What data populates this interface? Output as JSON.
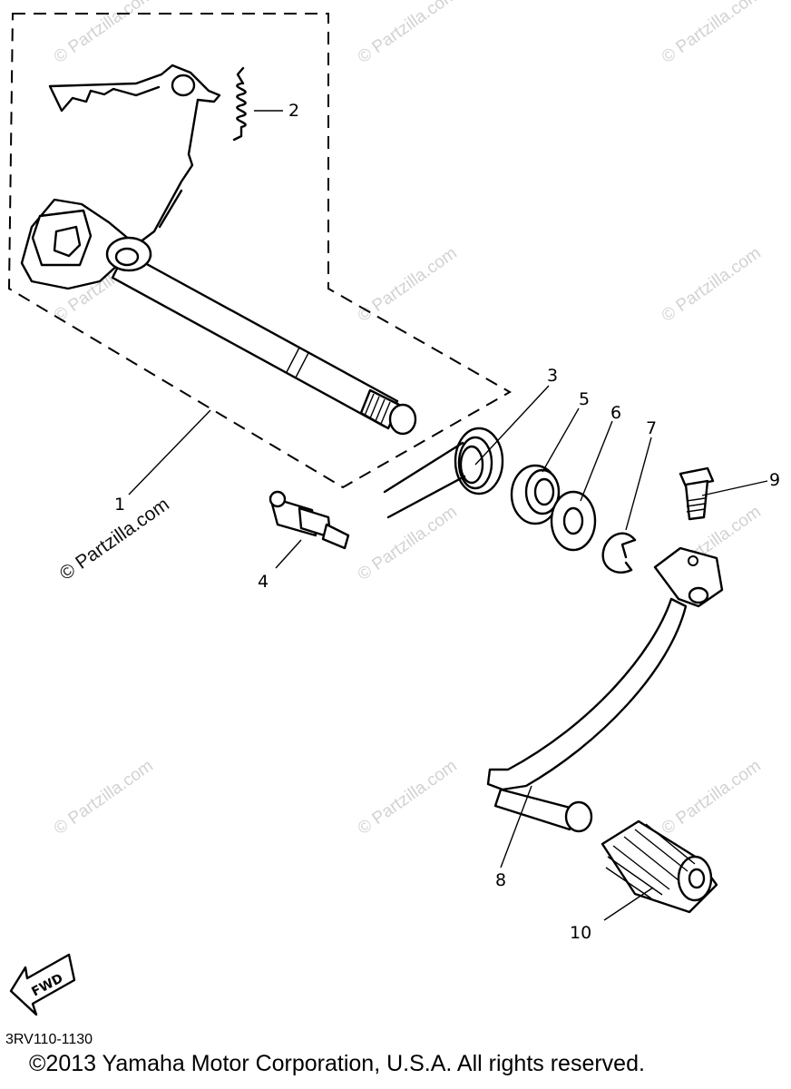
{
  "diagram": {
    "part_labels": [
      "1",
      "2",
      "3",
      "4",
      "5",
      "6",
      "7",
      "8",
      "9",
      "10"
    ],
    "fwd_label": "FWD",
    "watermark": "© Partzilla.com",
    "watermark_prominent": "© Partzilla.com",
    "diagram_code": "3RV110-1130",
    "copyright": "©2013 Yamaha Motor Corporation, U.S.A. All rights reserved."
  }
}
